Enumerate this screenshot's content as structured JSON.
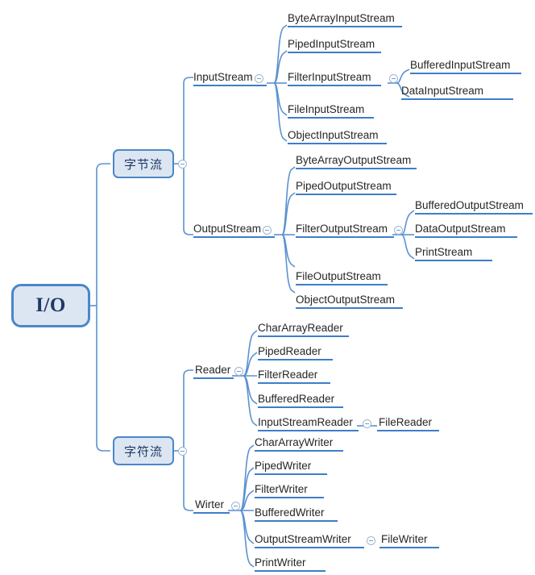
{
  "diagram": {
    "title": "Java I/O class hierarchy mind map",
    "colors": {
      "node_fill": "#dce6f2",
      "node_border": "#4a87c8",
      "link": "#4a87c8",
      "underline": "#3f7dc9",
      "text": "#262626",
      "root_text": "#1f3864"
    },
    "root": {
      "label": "I/O"
    },
    "toggle_icon": "collapse-minus-icon",
    "branches": [
      {
        "label": "字节流",
        "children": [
          {
            "label": "InputStream",
            "children": [
              {
                "label": "ByteArrayInputStream"
              },
              {
                "label": "PipedInputStream"
              },
              {
                "label": "FilterInputStream",
                "children": [
                  {
                    "label": "BufferedInputStream"
                  },
                  {
                    "label": "DataInputStream"
                  }
                ]
              },
              {
                "label": "FileInputStream"
              },
              {
                "label": "ObjectInputStream"
              }
            ]
          },
          {
            "label": "OutputStream",
            "children": [
              {
                "label": "ByteArrayOutputStream"
              },
              {
                "label": "PipedOutputStream"
              },
              {
                "label": "FilterOutputStream",
                "children": [
                  {
                    "label": "BufferedOutputStream"
                  },
                  {
                    "label": "DataOutputStream"
                  },
                  {
                    "label": "PrintStream"
                  }
                ]
              },
              {
                "label": "FileOutputStream"
              },
              {
                "label": "ObjectOutputStream"
              }
            ]
          }
        ]
      },
      {
        "label": "字符流",
        "children": [
          {
            "label": "Reader",
            "children": [
              {
                "label": "CharArrayReader"
              },
              {
                "label": "PipedReader"
              },
              {
                "label": "FilterReader"
              },
              {
                "label": "BufferedReader"
              },
              {
                "label": "InputStreamReader",
                "children": [
                  {
                    "label": "FileReader"
                  }
                ]
              }
            ]
          },
          {
            "label": "Wirter",
            "children": [
              {
                "label": "CharArrayWriter"
              },
              {
                "label": "PipedWriter"
              },
              {
                "label": "FilterWriter"
              },
              {
                "label": "BufferedWriter"
              },
              {
                "label": "OutputStreamWriter",
                "children": [
                  {
                    "label": "FileWriter"
                  }
                ]
              },
              {
                "label": "PrintWriter"
              }
            ]
          }
        ]
      }
    ]
  }
}
